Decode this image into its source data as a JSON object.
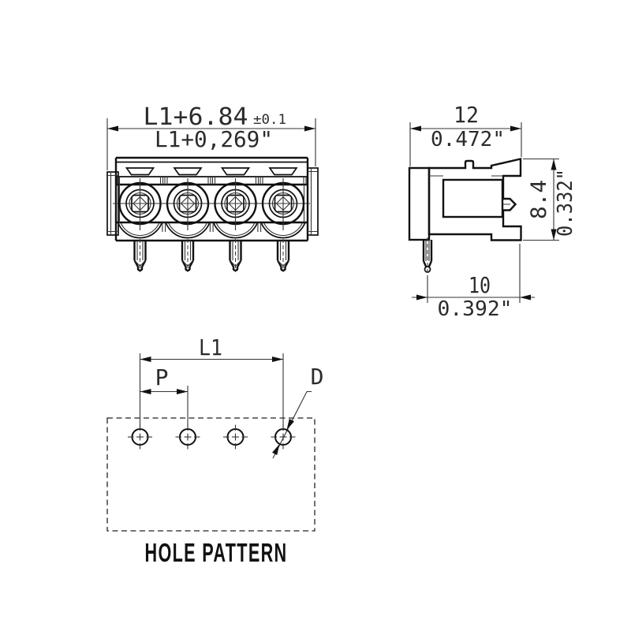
{
  "front_view": {
    "dim_width_mm": "L1+6.84",
    "dim_width_tolerance": "±0.1",
    "dim_width_inch": "L1+0,269\""
  },
  "side_view": {
    "dim_depth_mm": "12",
    "dim_depth_inch": "0.472\"",
    "dim_height_mm": "8.4",
    "dim_height_inch": "0.332\"",
    "dim_pin_offset_mm": "10",
    "dim_pin_offset_inch": "0.392\""
  },
  "hole_pattern": {
    "dim_span": "L1",
    "dim_pitch": "P",
    "dim_diameter": "D",
    "caption": "HOLE PATTERN"
  }
}
